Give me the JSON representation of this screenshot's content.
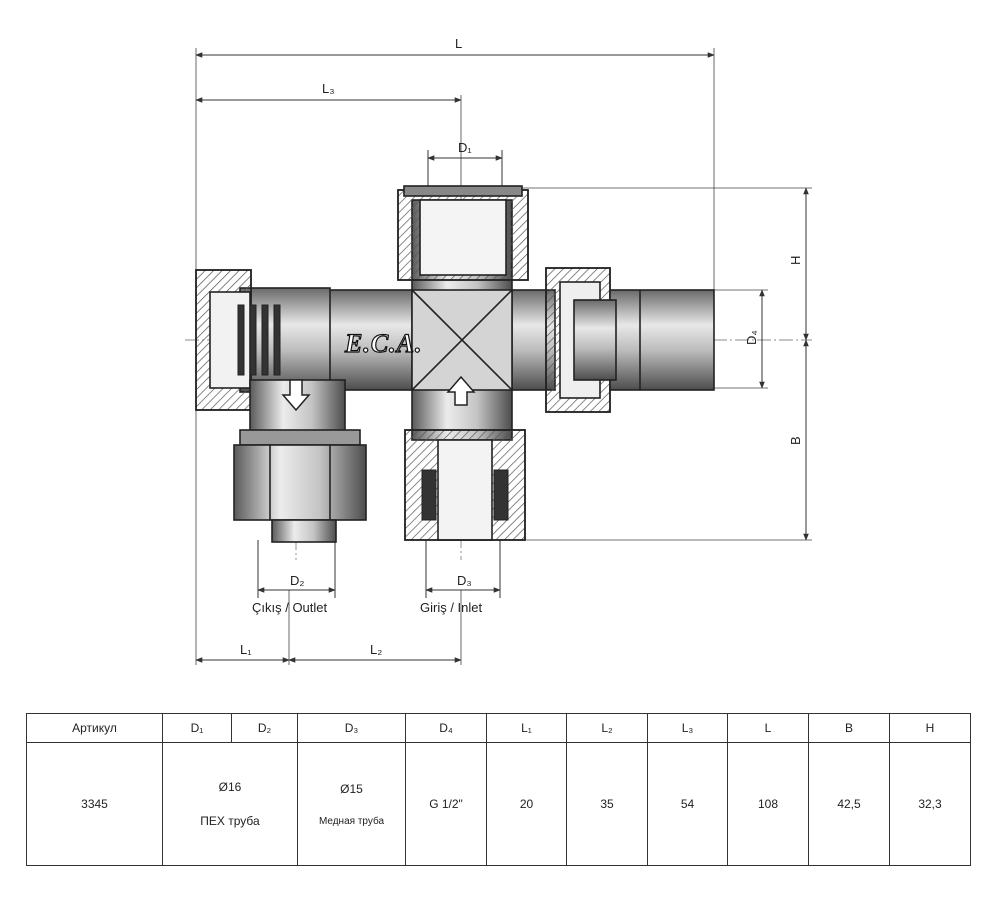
{
  "drawing": {
    "dimensions": {
      "L": "L",
      "L3": "L₃",
      "L1": "L₁",
      "L2": "L₂",
      "D1": "D₁",
      "D2": "D₂",
      "D3": "D₃",
      "D4": "D₄",
      "H": "H",
      "B": "B"
    },
    "logo": "E.C.A.",
    "outlet_caption": "Çıkış / Outlet",
    "inlet_caption": "Giriş / Inlet"
  },
  "table": {
    "headers": {
      "article": "Артикул",
      "d1": "D₁",
      "d2": "D₂",
      "d3": "D₃",
      "d4": "D₄",
      "l1": "L₁",
      "l2": "L₂",
      "l3": "L₃",
      "l": "L",
      "b": "B",
      "h": "H"
    },
    "row": {
      "article": "3345",
      "d12_value": "Ø16",
      "d12_note": "ПЕХ труба",
      "d3_value": "Ø15",
      "d3_note": "Медная труба",
      "d4": "G 1/2\"",
      "l1": "20",
      "l2": "35",
      "l3": "54",
      "l": "108",
      "b": "42,5",
      "h": "32,3"
    }
  }
}
